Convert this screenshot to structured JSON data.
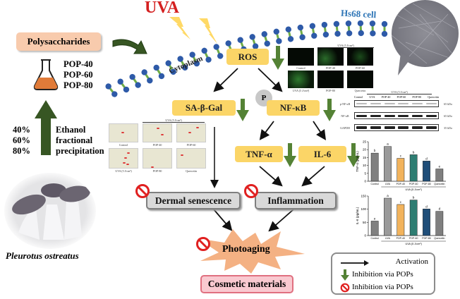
{
  "title_stimulus": "UVA",
  "cell_label": "Hs68 cell",
  "cytoplasm_label": "Cytoplasm",
  "source": {
    "polysaccharides_label": "Polysaccharides",
    "fractions": [
      "POP-40",
      "POP-60",
      "POP-80"
    ],
    "ethanol_percents": [
      "40%",
      "60%",
      "80%"
    ],
    "ethanol_label": [
      "Ethanol",
      "fractional",
      "precipitation"
    ],
    "species": "Pleurotus ostreatus"
  },
  "pathway": {
    "ros": "ROS",
    "phospho": "P",
    "sa_beta_gal": "SA-β-Gal",
    "nf_kb": "NF-κB",
    "tnf": "TNF-α",
    "il6": "IL-6",
    "dermal_senescence": "Dermal senescence",
    "inflammation": "Inflammation",
    "photoaging": "Photoaging",
    "cosmetic": "Cosmetic materials"
  },
  "micrographs": {
    "header": "UVA (5 J/cm²)",
    "captions": [
      "Control",
      "POP-40",
      "POP-60",
      "UVA (5 J/cm²)",
      "POP-80",
      "Quercetin"
    ]
  },
  "western_blot": {
    "header": "UVA (5 J/cm²)",
    "lanes": [
      "Control",
      "UVA",
      "POP-40",
      "POP-60",
      "POP-80",
      "Quercetin"
    ],
    "rows": [
      {
        "label": "p-NF-κB",
        "size": "65 kDa"
      },
      {
        "label": "NF-κB",
        "size": "65 kDa"
      },
      {
        "label": "GAPDH",
        "size": "35 kDa"
      }
    ]
  },
  "legend": {
    "activation": "Activation",
    "inhibition_arrow": "Inhibition via POPs",
    "inhibition_sign": "Inhibition via POPs"
  },
  "colors": {
    "uva_red": "#d42020",
    "cell_blue": "#2e75b6",
    "yellow_box": "#fbd567",
    "green_arrow": "#548235",
    "gray_box": "#d9d9d9",
    "peach": "#f8cbad",
    "pink": "#f4b6c2"
  },
  "chart_data": [
    {
      "type": "bar",
      "title": "",
      "ylabel": "TNF-α (pg/mL)",
      "xlabel": "UVA (5 J/cm²)",
      "categories": [
        "Control",
        "UVA",
        "POP-40",
        "POP-60",
        "POP-80",
        "Quercetin"
      ],
      "values": [
        17.8,
        22,
        14.5,
        16.8,
        12.8,
        7.8
      ],
      "letters": [
        "b",
        "a",
        "c",
        "b",
        "d",
        "e"
      ],
      "ylim": [
        0,
        25
      ],
      "yticks": [
        0,
        5,
        10,
        15,
        20,
        25
      ],
      "bar_colors": [
        "#808080",
        "#9a9a9a",
        "#f2b35c",
        "#2e7d72",
        "#1f4e79",
        "#7f7f7f"
      ]
    },
    {
      "type": "bar",
      "title": "",
      "ylabel": "IL-6 (pg/mL)",
      "xlabel": "UVA (5 J/cm²)",
      "categories": [
        "Control",
        "UVA",
        "POP-40",
        "POP-60",
        "POP-80",
        "Quercetin"
      ],
      "values": [
        55,
        142,
        118,
        135,
        101,
        92
      ],
      "letters": [
        "e",
        "a",
        "c",
        "b",
        "d",
        "d"
      ],
      "ylim": [
        0,
        150
      ],
      "yticks": [
        0,
        50,
        100,
        150
      ],
      "bar_colors": [
        "#808080",
        "#9a9a9a",
        "#f2b35c",
        "#2e7d72",
        "#1f4e79",
        "#7f7f7f"
      ]
    }
  ]
}
